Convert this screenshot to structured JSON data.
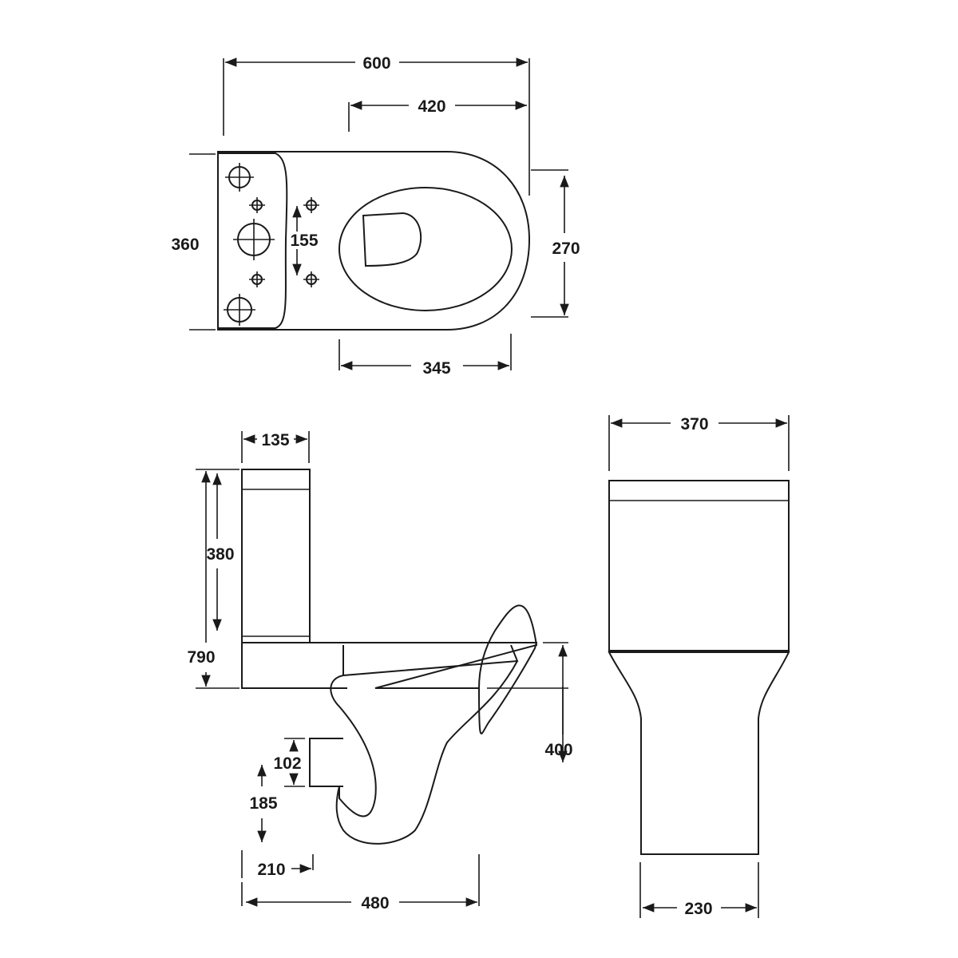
{
  "colors": {
    "line": "#1a1a1a",
    "background": "#ffffff"
  },
  "top_view": {
    "overall_length": "600",
    "pan_length": "420",
    "overall_width": "360",
    "pan_width": "270",
    "fixing_spacing": "155",
    "seat_length": "345"
  },
  "side_view": {
    "tank_depth": "135",
    "overall_height": "790",
    "tank_height": "380",
    "pan_height": "400",
    "outlet_diameter": "102",
    "outlet_height": "185",
    "outlet_setback": "210",
    "projection": "480"
  },
  "front_view": {
    "tank_width": "370",
    "base_width": "230"
  }
}
